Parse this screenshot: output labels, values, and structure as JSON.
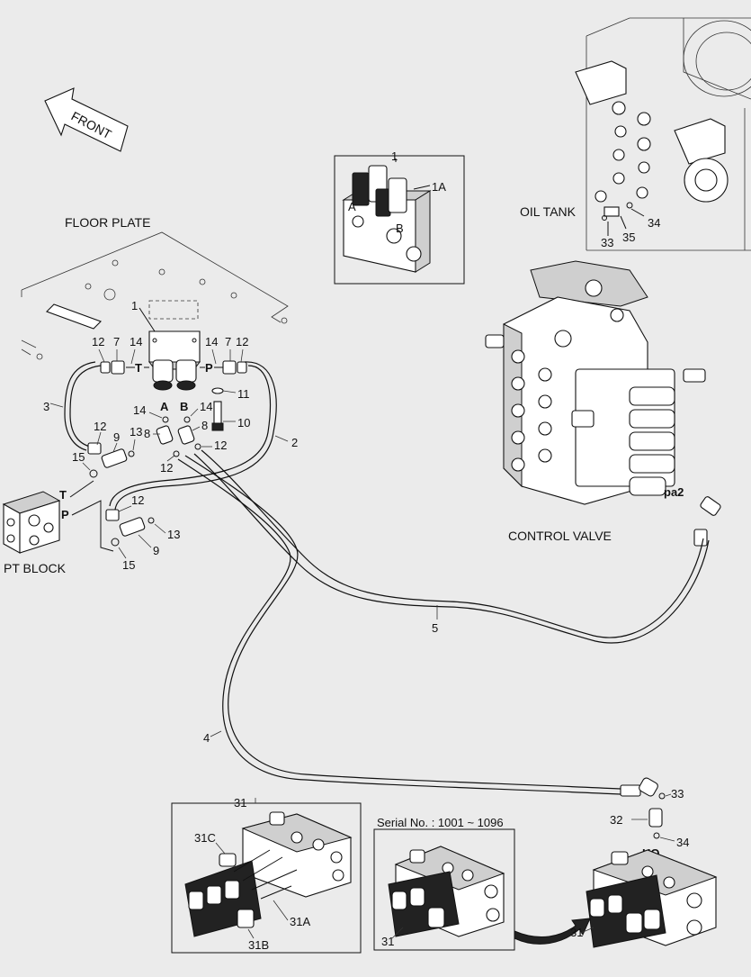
{
  "labels": {
    "front": "FRONT",
    "floor_plate": "FLOOR PLATE",
    "oil_tank": "OIL TANK",
    "control_valve": "CONTROL VALVE",
    "pt_block": "PT BLOCK",
    "serial": "Serial No. : 1001 ~ 1096",
    "port_T": "T",
    "port_P": "P",
    "port_A": "A",
    "port_B": "B",
    "port_pa2": "pa2",
    "port_HO": "HO",
    "inset_A": "A",
    "inset_B": "B"
  },
  "callouts": {
    "c1_inset": "1",
    "c1A": "1A",
    "c1": "1",
    "c12a": "12",
    "c7a": "7",
    "c14a": "14",
    "c14b": "14",
    "c7b": "7",
    "c12b": "12",
    "c11": "11",
    "c10": "10",
    "c14c": "14",
    "c14d": "14",
    "c8a": "8",
    "c8b": "8",
    "c12c": "12",
    "c12d": "12",
    "c2": "2",
    "c3": "3",
    "c12e": "12",
    "c9a": "9",
    "c13a": "13",
    "c15a": "15",
    "c12f": "12",
    "c13b": "13",
    "c9b": "9",
    "c15b": "15",
    "c5": "5",
    "c4": "4",
    "c33a": "33",
    "c35": "35",
    "c34a": "34",
    "c33b": "33",
    "c32": "32",
    "c34b": "34",
    "c31_box": "31",
    "c31C": "31C",
    "c31A": "31A",
    "c31B": "31B",
    "c31_serial": "31",
    "c31_right": "31"
  }
}
